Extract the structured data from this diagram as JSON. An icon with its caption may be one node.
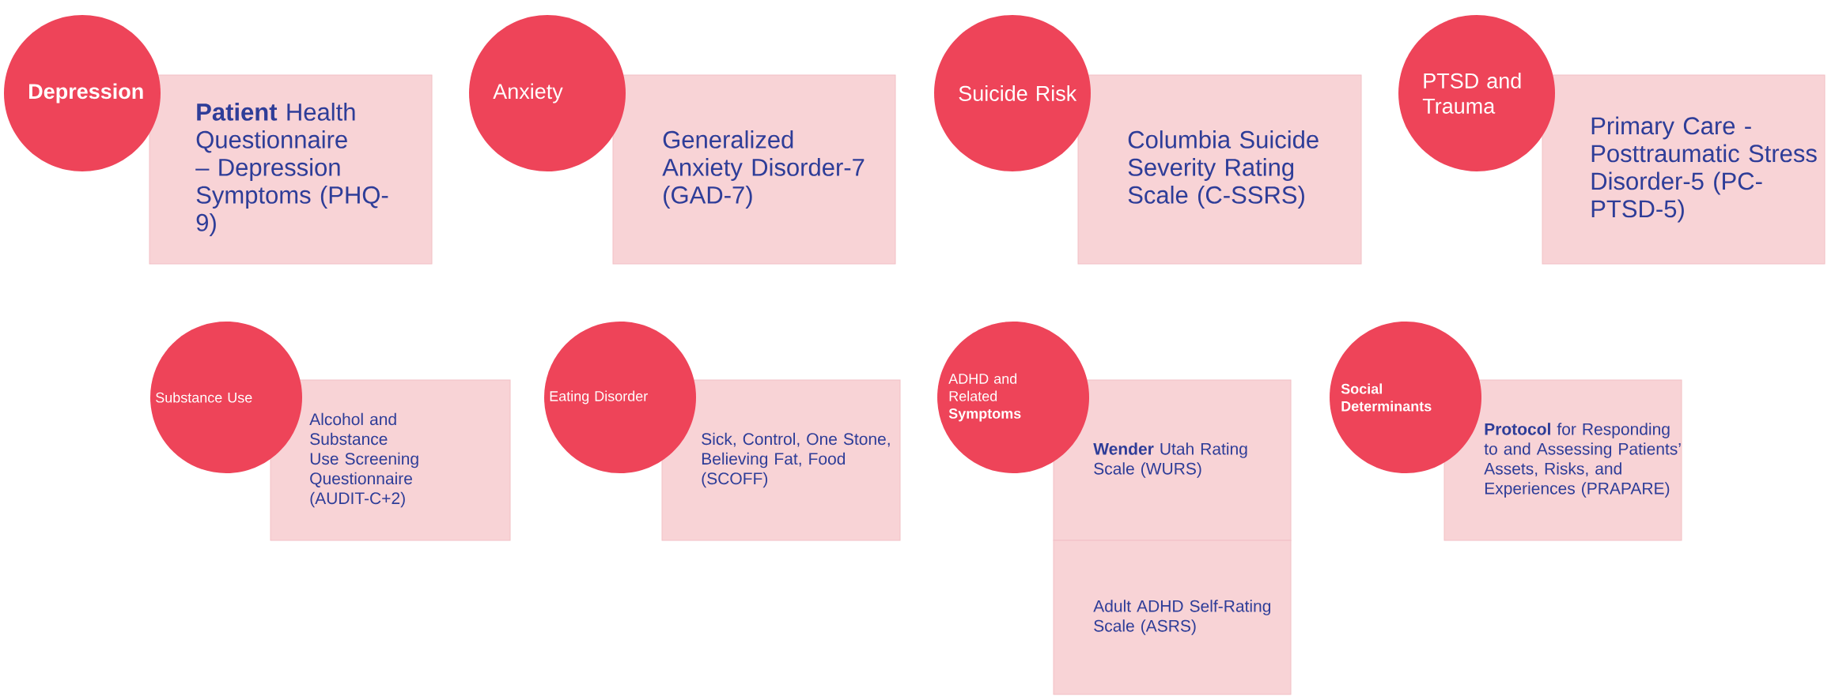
{
  "diagram": {
    "nodes": [
      {
        "text": [
          "Depression"
        ]
      },
      {
        "text": [
          "**Patient** Health Questionnaire – Depression Symptoms (PHQ-9)"
        ]
      },
      {
        "text": [
          "Anxiety"
        ]
      },
      {
        "text": [
          "Generalized Anxiety Disorder-7 (GAD-7)"
        ]
      },
      {
        "text": [
          "Suicide Risk"
        ]
      },
      {
        "text": [
          "Columbia Suicide Severity Rating Scale (C-SSRS)"
        ]
      },
      {
        "text": [
          "PTSD and Trauma"
        ]
      },
      {
        "text": [
          "Primary Care - Posttraumatic Stress Disorder-5 (PC-PTSD-5)"
        ]
      },
      {
        "text": [
          "Substance Use"
        ]
      },
      {
        "text": [
          "Alcohol and Substance Use Screening Questionnaire (AUDIT-C+2)"
        ]
      },
      {
        "text": [
          "Eating Disorder"
        ]
      },
      {
        "text": [
          "Sick, Control, One Stone, Believing Fat, Food (SCOFF)"
        ]
      },
      {
        "text": [
          "ADHD and Related **Symptoms**"
        ]
      },
      {
        "text": [
          "**Wender** Utah Rating Scale (WURS)"
        ]
      },
      {
        "text": [
          "Adult ADHD Self-Rating Scale (ASRS)"
        ]
      },
      {
        "text": [
          "Social Determinants"
        ]
      },
      {
        "text": [
          "**Protocol** for Responding to and Assessing Patients’ Assets, Risks, and Experiences (PRAPARE)"
        ]
      }
    ]
  }
}
